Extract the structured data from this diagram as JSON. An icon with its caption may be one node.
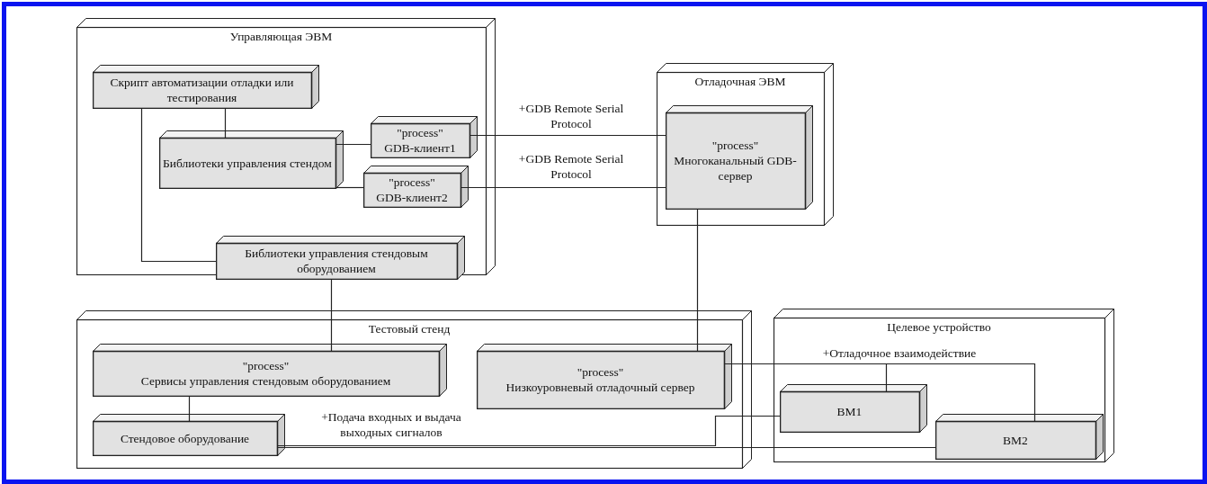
{
  "diagram": {
    "nodes": [
      {
        "text": [
          "Управляющая ЭВМ"
        ]
      },
      {
        "text": [
          "Скрипт автоматизации отладки или тестирования"
        ],
        "in": 0
      },
      {
        "text": [
          "Библиотеки управления стендом"
        ],
        "in": 0
      },
      {
        "text": [
          "\"process\"",
          "GDB-клиент1"
        ],
        "in": 0
      },
      {
        "text": [
          "\"process\"",
          "GDB-клиент2"
        ],
        "in": 0
      },
      {
        "text": [
          "Библиотеки управления стендовым оборудованием"
        ],
        "in": 0
      },
      {
        "text": [
          "Отладочная ЭВМ"
        ]
      },
      {
        "text": [
          "\"process\"",
          "Многоканальный GDB-сервер"
        ],
        "in": 6
      },
      {
        "text": [
          "Тестовый стенд"
        ]
      },
      {
        "text": [
          "\"process\"",
          "Сервисы управления стендовым оборудованием"
        ],
        "in": 8
      },
      {
        "text": [
          "Стендовое оборудование"
        ],
        "in": 8
      },
      {
        "text": [
          "\"process\"",
          "Низкоуровневый отладочный сервер"
        ],
        "in": 8
      },
      {
        "text": [
          "Целевое устройство"
        ]
      },
      {
        "text": [
          "BM1"
        ],
        "in": 12
      },
      {
        "text": [
          "BM2"
        ],
        "in": 12
      }
    ],
    "edges": [
      {
        "from": 1,
        "to": 2,
        "arrow": "none"
      },
      {
        "from": 1,
        "to": 5,
        "arrow": "none"
      },
      {
        "from": 2,
        "to": 3,
        "arrow": "none"
      },
      {
        "from": 2,
        "to": 4,
        "arrow": "none"
      },
      {
        "from": 3,
        "to": 7,
        "arrow": "none",
        "label": "+GDB Remote Serial Protocol"
      },
      {
        "from": 4,
        "to": 7,
        "arrow": "none",
        "label": "+GDB Remote Serial Protocol"
      },
      {
        "from": 5,
        "to": 9,
        "arrow": "none"
      },
      {
        "from": 7,
        "to": 11,
        "arrow": "none"
      },
      {
        "from": 9,
        "to": 10,
        "arrow": "none"
      },
      {
        "from": 11,
        "to": 13,
        "arrow": "none",
        "label": "+Отладочное взаимодействие"
      },
      {
        "from": 11,
        "to": 14,
        "arrow": "none"
      },
      {
        "from": 10,
        "to": 13,
        "arrow": "none",
        "label": "+Подача входных и выдача выходных сигналов"
      },
      {
        "from": 10,
        "to": 14,
        "arrow": "none"
      }
    ]
  }
}
